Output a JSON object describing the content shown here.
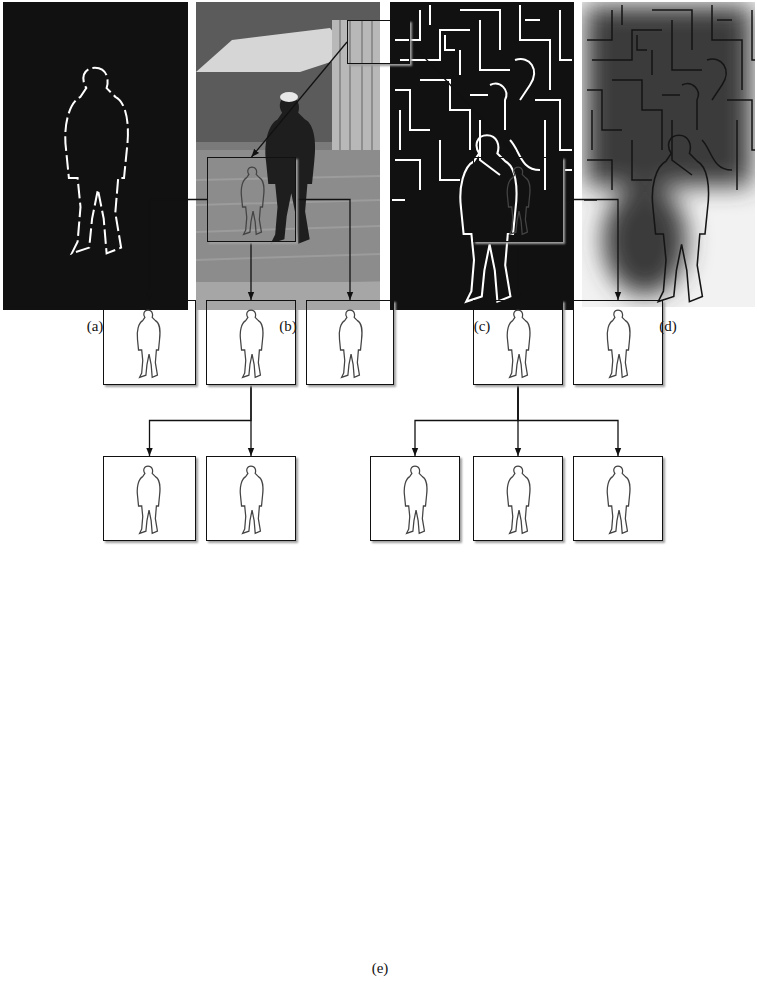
{
  "diagram": {
    "nodes": [
      {
        "text": []
      },
      {
        "text": [],
        "in": null
      },
      {
        "text": []
      },
      {
        "text": []
      },
      {
        "text": []
      },
      {
        "text": []
      },
      {
        "text": []
      },
      {
        "text": []
      },
      {
        "text": []
      },
      {
        "text": []
      },
      {
        "text": []
      },
      {
        "text": []
      },
      {
        "text": []
      }
    ],
    "edges": [
      {
        "from": 0,
        "to": 1,
        "arrow": "to"
      },
      {
        "from": 0,
        "to": 2,
        "arrow": "to"
      },
      {
        "from": 1,
        "to": 3,
        "arrow": "to"
      },
      {
        "from": 1,
        "to": 4,
        "arrow": "to"
      },
      {
        "from": 1,
        "to": 5,
        "arrow": "to"
      },
      {
        "from": 2,
        "to": 6,
        "arrow": "to"
      },
      {
        "from": 2,
        "to": 7,
        "arrow": "to"
      },
      {
        "from": 4,
        "to": 8,
        "arrow": "to"
      },
      {
        "from": 4,
        "to": 9,
        "arrow": "to"
      },
      {
        "from": 6,
        "to": 10,
        "arrow": "to"
      },
      {
        "from": 6,
        "to": 11,
        "arrow": "to"
      },
      {
        "from": 6,
        "to": 12,
        "arrow": "to"
      }
    ],
    "labels": [
      "(a)",
      "(b)",
      "(c)",
      "(d)",
      "(e)"
    ]
  }
}
